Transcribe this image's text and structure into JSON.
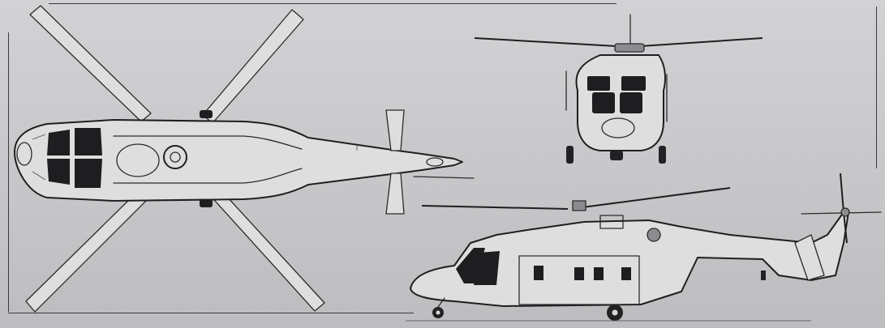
{
  "figure": {
    "type": "three-view-drawing",
    "subject": "helicopter",
    "views": [
      "top",
      "front",
      "side"
    ],
    "colors": {
      "paper": "#c9c9cb",
      "ink": "#2b2b2d",
      "glazing": "#1e1e20"
    }
  }
}
